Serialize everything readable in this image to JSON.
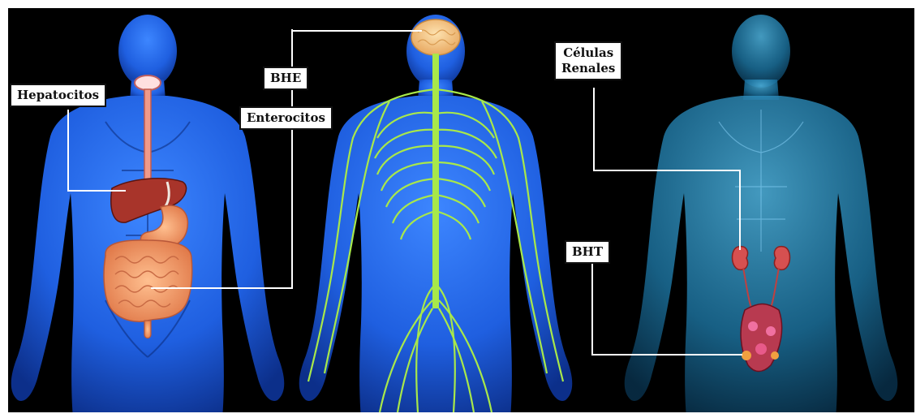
{
  "labels": {
    "hepatocitos": "Hepatocitos",
    "bhe": "BHE",
    "enterocitos": "Enterocitos",
    "celulas_line1": "Células",
    "celulas_line2": "Renales",
    "bht": "BHT"
  },
  "colors": {
    "background": "#000000",
    "body_blue": "#1f5fe0",
    "body_glass": "#2a8cc0",
    "nerves": "#a8e84a",
    "brain": "#f4c98a",
    "organs": "#f0a070",
    "liver": "#a8342a",
    "kidney": "#d65050",
    "leader_line": "#ffffff"
  }
}
